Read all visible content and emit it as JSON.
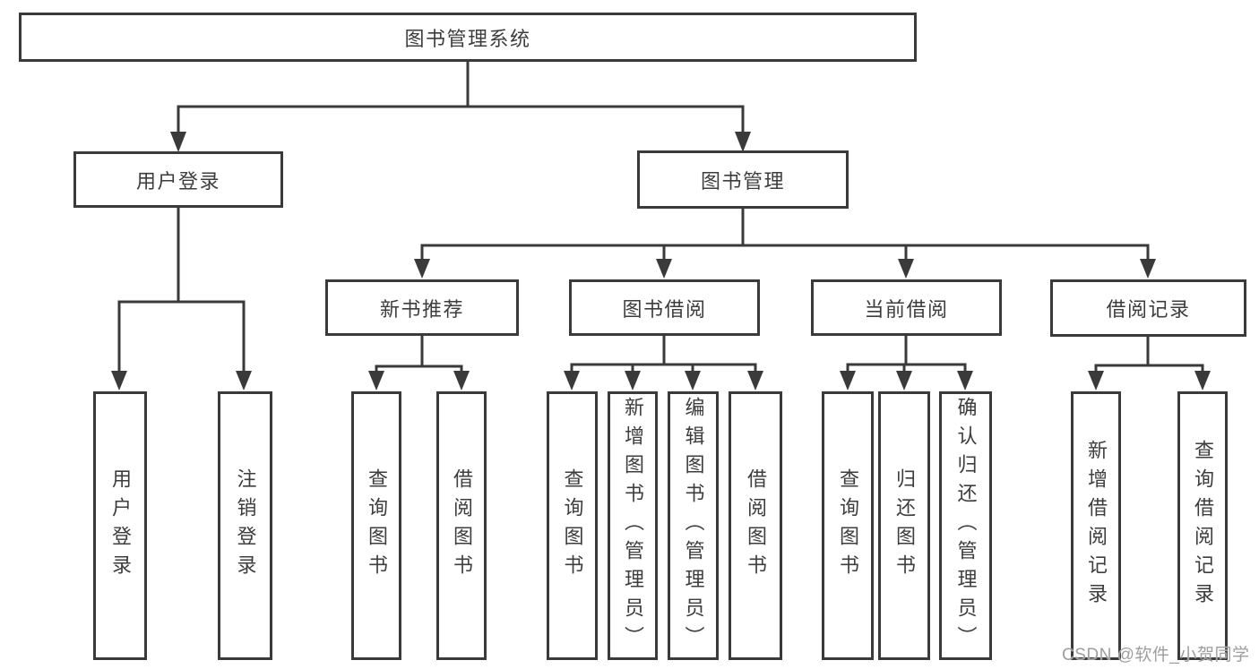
{
  "diagram": {
    "type": "hierarchy",
    "tree": {
      "label": "图书管理系统",
      "children": [
        {
          "label": "用户登录",
          "children": [
            {
              "label": "用户登录"
            },
            {
              "label": "注销登录"
            }
          ]
        },
        {
          "label": "图书管理",
          "children": [
            {
              "label": "新书推荐",
              "children": [
                {
                  "label": "查询图书"
                },
                {
                  "label": "借阅图书"
                }
              ]
            },
            {
              "label": "图书借阅",
              "children": [
                {
                  "label": "查询图书"
                },
                {
                  "label": "新增图书（管理员）"
                },
                {
                  "label": "编辑图书（管理员）"
                },
                {
                  "label": "借阅图书"
                }
              ]
            },
            {
              "label": "当前借阅",
              "children": [
                {
                  "label": "查询图书"
                },
                {
                  "label": "归还图书"
                },
                {
                  "label": "确认归还（管理员）"
                }
              ]
            },
            {
              "label": "借阅记录",
              "children": [
                {
                  "label": "新增借阅记录"
                },
                {
                  "label": "查询借阅记录"
                }
              ]
            }
          ]
        }
      ]
    },
    "colors": {
      "line": "#3a3a3a",
      "text": "#3d3d3d",
      "box_fill": "#ffffff",
      "background": "#ffffff",
      "watermark": "#9e9e9e"
    }
  },
  "watermark": {
    "text": "CSDN @软件_小贺同学"
  }
}
